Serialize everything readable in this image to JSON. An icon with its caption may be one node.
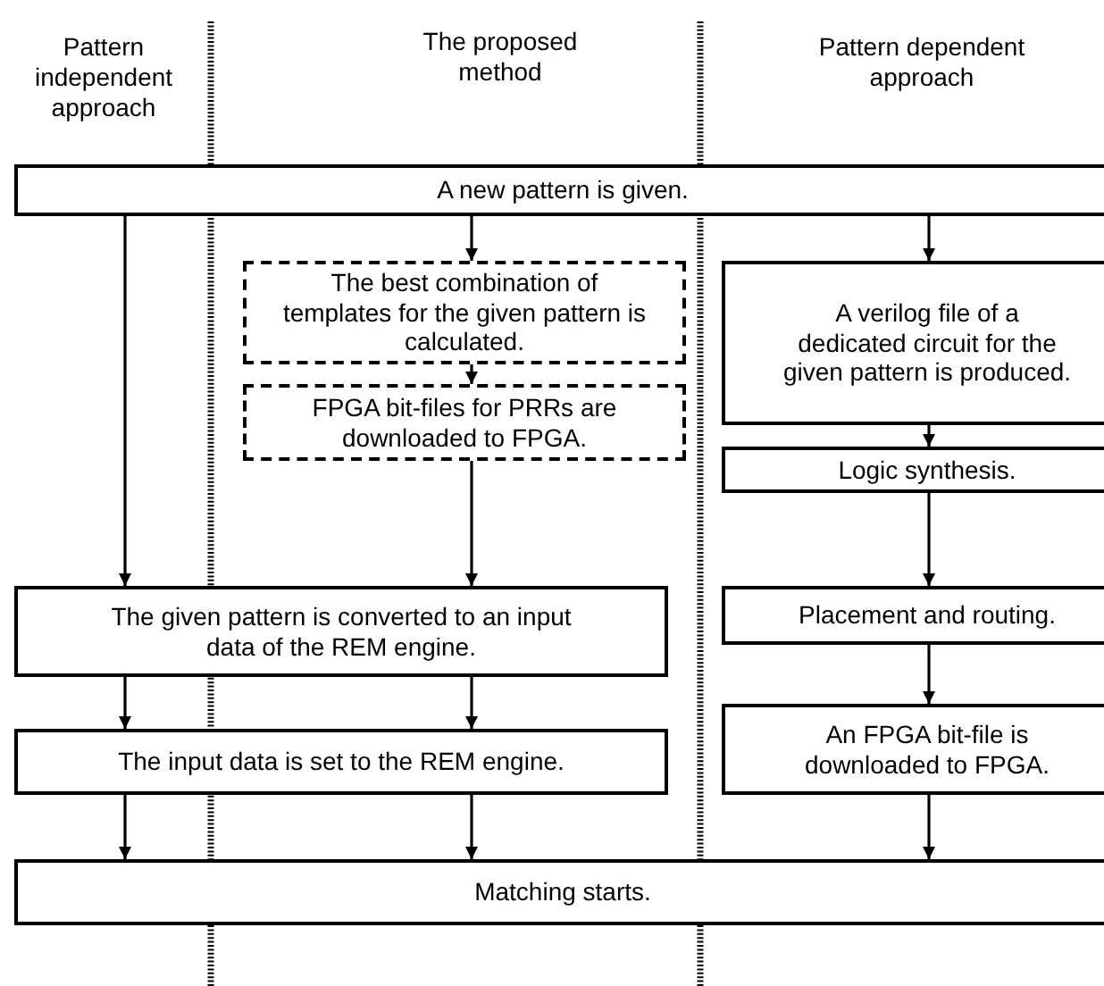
{
  "diagram": {
    "nodes": [
      {
        "text": [
          "A new pattern is given."
        ]
      },
      {
        "text": [
          "The best combination of templates for the given pattern is calculated."
        ]
      },
      {
        "text": [
          "A verilog file of a dedicated circuit for the given pattern is produced."
        ]
      },
      {
        "text": [
          "FPGA bit-files for PRRs are downloaded to FPGA."
        ]
      },
      {
        "text": [
          "Logic synthesis."
        ]
      },
      {
        "text": [
          "The given pattern is converted to an input data of the REM engine."
        ]
      },
      {
        "text": [
          "Placement and routing."
        ]
      },
      {
        "text": [
          "The input data is set to the REM engine."
        ]
      },
      {
        "text": [
          "An FPGA bit-file is downloaded to FPGA."
        ]
      },
      {
        "text": [
          "Matching starts."
        ]
      }
    ],
    "edges": [
      {
        "from": 0,
        "to": 5,
        "arrow": "to"
      },
      {
        "from": 0,
        "to": 1,
        "arrow": "to"
      },
      {
        "from": 0,
        "to": 2,
        "arrow": "to"
      },
      {
        "from": 1,
        "to": 3,
        "arrow": "to"
      },
      {
        "from": 2,
        "to": 4,
        "arrow": "to"
      },
      {
        "from": 3,
        "to": 5,
        "arrow": "to"
      },
      {
        "from": 4,
        "to": 6,
        "arrow": "to"
      },
      {
        "from": 5,
        "to": 7,
        "arrow": "to"
      },
      {
        "from": 5,
        "to": 7,
        "arrow": "to"
      },
      {
        "from": 6,
        "to": 8,
        "arrow": "to"
      },
      {
        "from": 7,
        "to": 9,
        "arrow": "to"
      },
      {
        "from": 7,
        "to": 9,
        "arrow": "to"
      },
      {
        "from": 8,
        "to": 9,
        "arrow": "to"
      }
    ],
    "labels": [
      "Pattern independent approach",
      "The proposed method",
      "Pattern dependent approach"
    ]
  }
}
